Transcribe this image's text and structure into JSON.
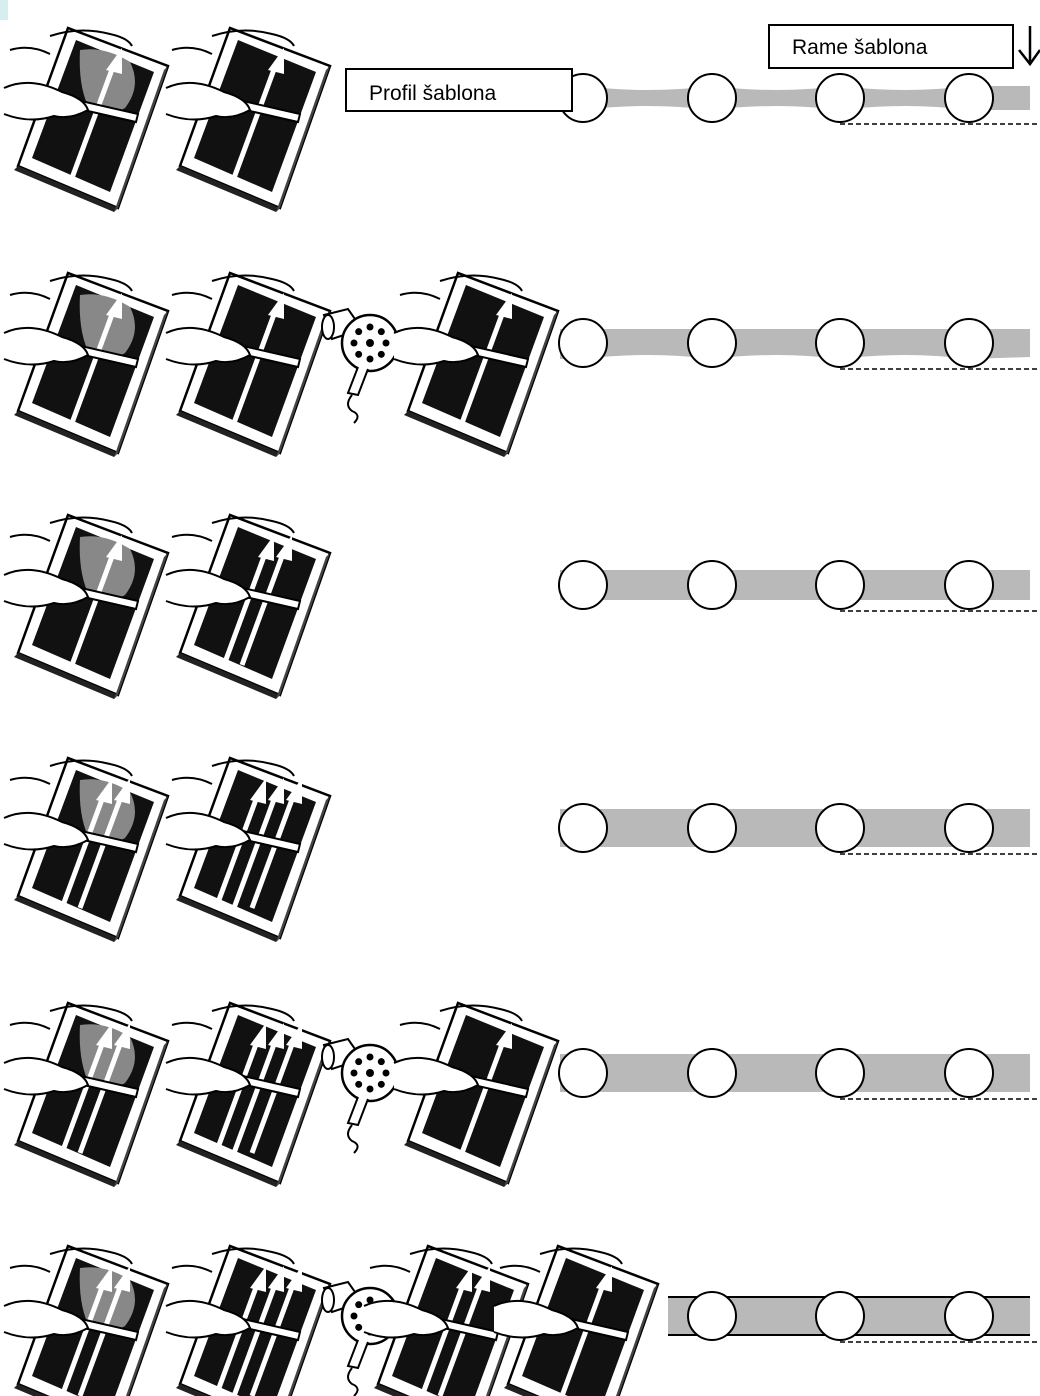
{
  "labels": {
    "profile": "Profil šablona",
    "frame": "Rame šablona"
  },
  "icons": [
    "down-arrow-icon",
    "hair-dryer-icon",
    "upward-arrow-icon",
    "hand-icon"
  ],
  "rows": [
    {
      "steps": [
        {
          "kind": "frame",
          "arrows": 1,
          "ink": true
        },
        {
          "kind": "frame",
          "arrows": 1,
          "ink": false
        }
      ],
      "emulsion": {
        "circles": 4,
        "profile": "wavy"
      }
    },
    {
      "steps": [
        {
          "kind": "frame",
          "arrows": 1,
          "ink": true
        },
        {
          "kind": "frame",
          "arrows": 1,
          "ink": false
        },
        {
          "kind": "dryer"
        },
        {
          "kind": "frame",
          "arrows": 1,
          "ink": false
        }
      ],
      "emulsion": {
        "circles": 4,
        "profile": "wavy-bottom"
      }
    },
    {
      "steps": [
        {
          "kind": "frame",
          "arrows": 1,
          "ink": true
        },
        {
          "kind": "frame",
          "arrows": 2,
          "ink": false
        }
      ],
      "emulsion": {
        "circles": 4,
        "profile": "flat"
      }
    },
    {
      "steps": [
        {
          "kind": "frame",
          "arrows": 2,
          "ink": true
        },
        {
          "kind": "frame",
          "arrows": 3,
          "ink": false
        }
      ],
      "emulsion": {
        "circles": 4,
        "profile": "flat-thick"
      }
    },
    {
      "steps": [
        {
          "kind": "frame",
          "arrows": 2,
          "ink": true
        },
        {
          "kind": "frame",
          "arrows": 3,
          "ink": false
        },
        {
          "kind": "dryer"
        },
        {
          "kind": "frame",
          "arrows": 1,
          "ink": false
        }
      ],
      "emulsion": {
        "circles": 4,
        "profile": "flat-thick"
      }
    },
    {
      "steps": [
        {
          "kind": "frame",
          "arrows": 2,
          "ink": true
        },
        {
          "kind": "frame",
          "arrows": 3,
          "ink": false
        },
        {
          "kind": "dryer"
        },
        {
          "kind": "frame",
          "arrows": 2,
          "ink": false
        },
        {
          "kind": "frame",
          "arrows": 1,
          "ink": false
        }
      ],
      "emulsion": {
        "circles": 3,
        "profile": "flat-edged"
      }
    }
  ]
}
